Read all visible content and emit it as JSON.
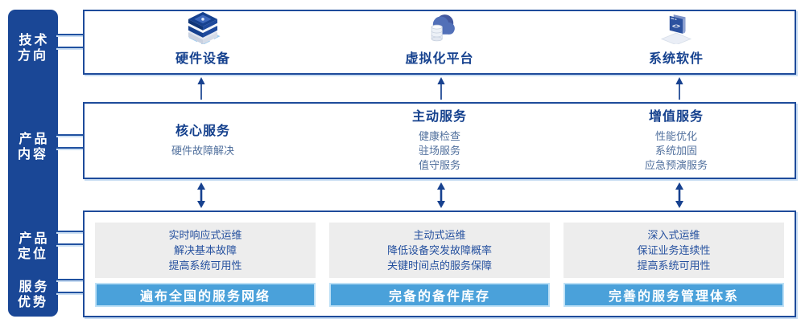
{
  "colors": {
    "navy": "#1A4796",
    "accent_blue": "#4AA1DA",
    "panel_gray": "#EDEDED",
    "light_blue_shadow": "#CADEF3",
    "item_text": "#52719E"
  },
  "sidebar": {
    "items": [
      {
        "label": "技术\n方向"
      },
      {
        "label": "产品\n内容"
      },
      {
        "label": "产品\n定位"
      },
      {
        "label": "服务\n优势"
      }
    ]
  },
  "tech_row": {
    "columns": [
      {
        "icon": "hardware-stack-icon",
        "label": "硬件设备"
      },
      {
        "icon": "cloud-database-icon",
        "label": "虚拟化平台"
      },
      {
        "icon": "code-window-icon",
        "label": "系统软件"
      }
    ]
  },
  "content_row": {
    "columns": [
      {
        "title": "核心服务",
        "items": [
          "硬件故障解决"
        ]
      },
      {
        "title": "主动服务",
        "items": [
          "健康检查",
          "驻场服务",
          "值守服务"
        ]
      },
      {
        "title": "增值服务",
        "items": [
          "性能优化",
          "系统加固",
          "应急预演服务"
        ]
      }
    ]
  },
  "position_row": {
    "columns": [
      {
        "description_lines": [
          "实时响应式运维",
          "解决基本故障",
          "提高系统可用性"
        ],
        "banner": "遍布全国的服务网络"
      },
      {
        "description_lines": [
          "主动式运维",
          "降低设备突发故障概率",
          "关键时间点的服务保障"
        ],
        "banner": "完备的备件库存"
      },
      {
        "description_lines": [
          "深入式运维",
          "保证业务连续性",
          "提高系统可用性"
        ],
        "banner": "完善的服务管理体系"
      }
    ]
  }
}
